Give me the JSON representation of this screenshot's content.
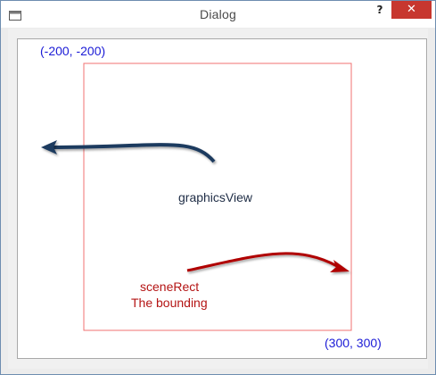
{
  "window": {
    "title": "Dialog",
    "help_label": "?",
    "close_label": "✕"
  },
  "scene": {
    "top_left_coord": "(-200, -200)",
    "bottom_right_coord": "(300, 300)",
    "view_label": "graphicsView",
    "scene_rect_label": "sceneRect",
    "bounding_label": "The bounding"
  },
  "colors": {
    "coord_text": "#1b1bd6",
    "scene_rect_border": "#f07070",
    "view_arrow": "#1f3a5f",
    "rect_arrow": "#b00000"
  }
}
